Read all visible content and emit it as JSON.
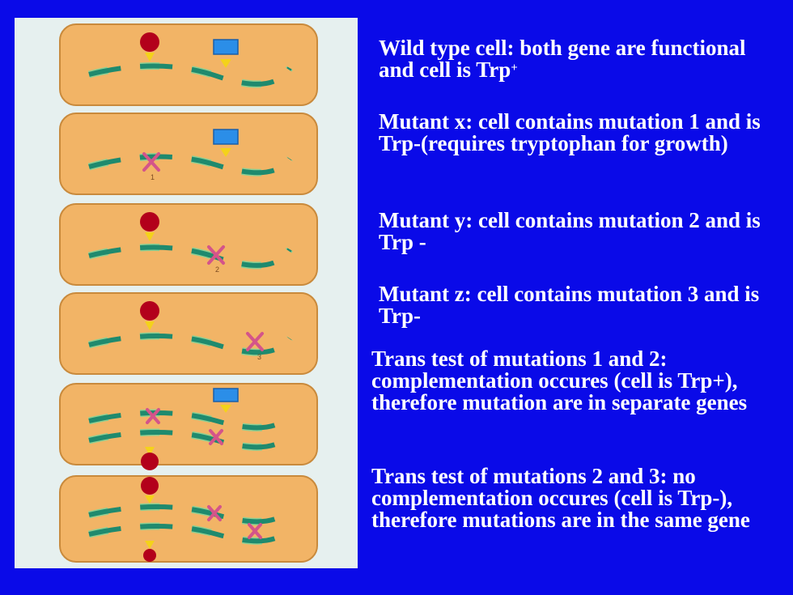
{
  "slide": {
    "background": "#0a0ae8",
    "text_color": "#ffffff",
    "captions": [
      {
        "text": "Wild type cell: both gene are functional and cell is Trp",
        "superscript": "+"
      },
      {
        "text": "Mutant x: cell contains mutation 1 and is Trp-(requires tryptophan for growth)"
      },
      {
        "text": "Mutant y: cell contains mutation 2 and is Trp -"
      },
      {
        "text": "Mutant z: cell contains mutation 3 and is Trp-"
      },
      {
        "text": "Trans test of mutations 1 and 2: complementation occures (cell is Trp+), therefore mutation are in separate genes"
      },
      {
        "text": "Trans test of mutations 2 and 3: no complementation occures (cell is Trp-), therefore mutations are in the same gene"
      }
    ]
  },
  "figure": {
    "cell_color": "#f2b466",
    "cell_border": "#c98a3c",
    "dna_color": "#1f8a6e",
    "dna_light": "#8fcf92",
    "protein_red": "#b3001b",
    "protein_blue": "#2b8ee8",
    "arrow_color": "#f4d21a",
    "mutation_color": "#d4548a",
    "mutation_labels": [
      "1",
      "2",
      "3"
    ]
  }
}
